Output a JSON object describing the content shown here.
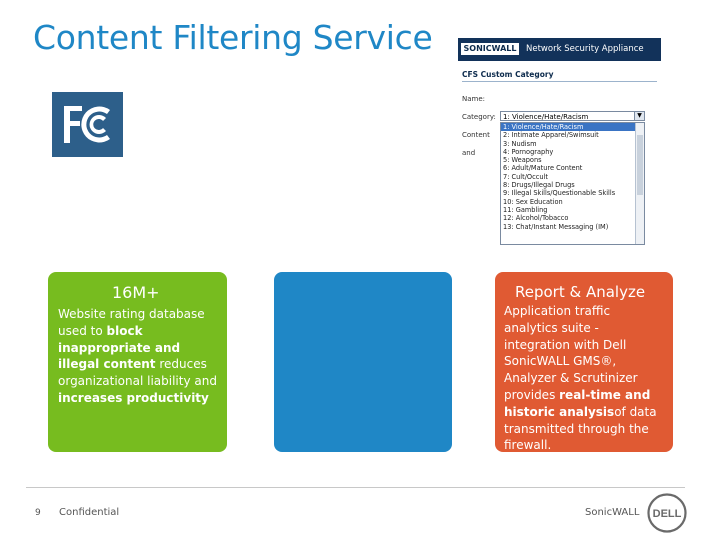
{
  "slide": {
    "title": "Content Filtering Service"
  },
  "logo": {
    "name": "fcc-logo",
    "text": "FCC"
  },
  "screenshot": {
    "brand": "SONICWALL",
    "product": "Network Security Appliance",
    "heading": "CFS Custom Category",
    "fields": {
      "name_label": "Name:",
      "category_label": "Category:",
      "content_label": "Content",
      "content_sub": "and"
    },
    "selected_value": "1: Violence/Hate/Racism",
    "options": [
      "1: Violence/Hate/Racism",
      "2: Intimate Apparel/Swimsuit",
      "3: Nudism",
      "4: Pornography",
      "5: Weapons",
      "6: Adult/Mature Content",
      "7: Cult/Occult",
      "8: Drugs/Illegal Drugs",
      "9: Illegal Skills/Questionable Skills",
      "10: Sex Education",
      "11: Gambling",
      "12: Alcohol/Tobacco",
      "13: Chat/Instant Messaging (IM)"
    ]
  },
  "cards": {
    "green": {
      "heading": "16M+",
      "body_parts": [
        {
          "text": "Website rating database used to ",
          "bold": false
        },
        {
          "text": "block inappropriate and illegal content",
          "bold": true
        },
        {
          "text": " reduces organizational liability and ",
          "bold": false
        },
        {
          "text": "increases productivity",
          "bold": true
        }
      ],
      "color": "#77bc1f"
    },
    "blue": {
      "color": "#1f87c6"
    },
    "red": {
      "heading": "Report & Analyze",
      "body_parts": [
        {
          "text": "Application traffic analytics suite - integration with Dell SonicWALL GMS®, Analyzer & Scrutinizer provides ",
          "bold": false
        },
        {
          "text": "real-time and historic analysis",
          "bold": true
        },
        {
          "text": "of data transmitted through the firewall.",
          "bold": false
        }
      ],
      "color": "#e05a33"
    }
  },
  "footer": {
    "page_number": "9",
    "confidential": "Confidential",
    "brand": "SonicWALL",
    "dell_logo_text": "DELL"
  },
  "colors": {
    "title": "#1f87c6",
    "fcc_bg": "#2d5f8a"
  }
}
